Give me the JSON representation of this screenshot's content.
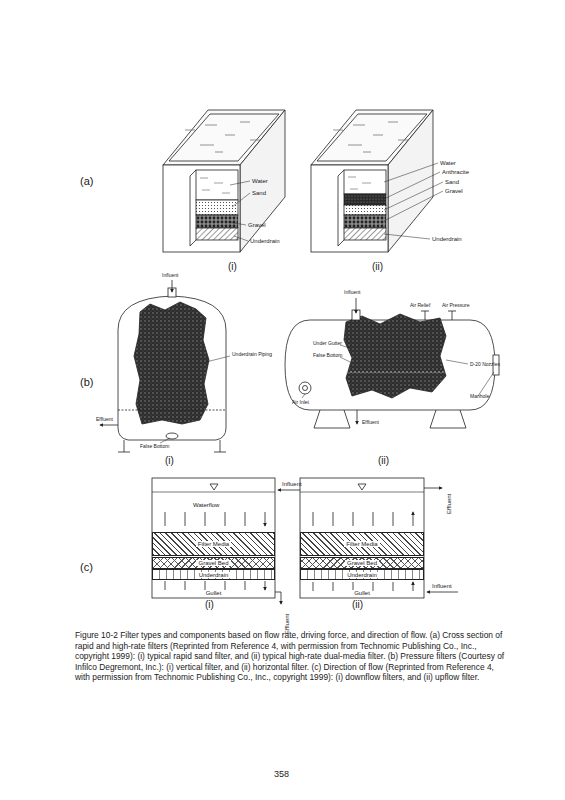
{
  "diagram": {
    "caption": "Figure 10-2 Filter types and components based on flow rate, driving force, and direction of flow. (a) Cross section of rapid and high-rate filters (Reprinted from Reference 4, with permission from Technomic Publishing Co., Inc., copyright 1999): (i) typical rapid sand filter, and (ii) typical high-rate dual-media filter. (b) Pressure filters (Courtesy of Infilco Degremont, Inc.): (i) vertical filter, and (ii) horizontal filter. (c) Direction of flow (Reprinted from Reference 4, with permission from Technomic Publishing Co., Inc., copyright 1999): (i) downflow filters, and (ii) upflow filter.",
    "nodes": [
      {
        "text": [
          "Filter Media"
        ]
      },
      {
        "text": [
          "Gravel Bed"
        ]
      },
      {
        "text": [
          "Underdrain"
        ]
      },
      {
        "text": [
          "Gullet"
        ]
      },
      {
        "text": [
          "Filter Media"
        ]
      },
      {
        "text": [
          "Gravel Bed"
        ]
      },
      {
        "text": [
          "Underdrain"
        ]
      },
      {
        "text": [
          "Gullet"
        ]
      }
    ],
    "labels": [
      "(a)",
      "Water",
      "Sand",
      "Gravel",
      "Underdrain",
      "(i)",
      "Water",
      "Anthracite",
      "Sand",
      "Gravel",
      "Underdrain",
      "(ii)",
      "(b)",
      "Influent",
      "Underdrain Piping",
      "Effluent",
      "False Bottom",
      "(i)",
      "Influent",
      "Air Relief",
      "Air Pressure",
      "Under Gutter",
      "False Bottom",
      "D-20 Nozzles",
      "Air Inlet",
      "Effluent",
      "Manhole",
      "(ii)",
      "(c)",
      "Influent",
      "Waterflow",
      "(i)",
      "Effluent",
      "Effluent",
      "Influent",
      "(ii)",
      "358"
    ]
  }
}
